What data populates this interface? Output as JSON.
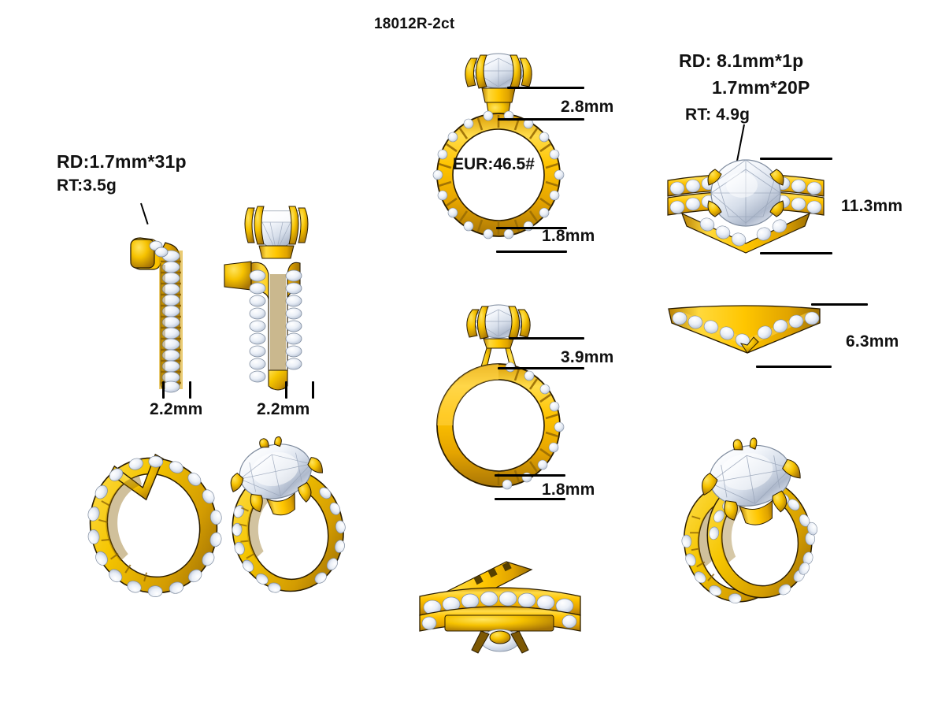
{
  "title": "18012R-2ct",
  "left_group": {
    "spec_line1": "RD:1.7mm*31p",
    "spec_line2": "RT:3.5g",
    "band_width_label": "2.2mm",
    "ring_width_label": "2.2mm"
  },
  "center_group": {
    "head_height_label": "2.8mm",
    "band_thickness_label": "1.8mm",
    "inner_size_label": "EUR:46.5#",
    "head_height_label2": "3.9mm",
    "band_thickness_label2": "1.8mm"
  },
  "right_group": {
    "spec_line1": "RD: 8.1mm*1p",
    "spec_line2": "1.7mm*20P",
    "spec_line3": "RT: 4.9g",
    "set_width_label": "11.3mm",
    "band_width_label": "6.3mm"
  },
  "colors": {
    "gold_light": "#ffd83d",
    "gold": "#f2c200",
    "gold_mid": "#e0a800",
    "gold_dark": "#b07d08",
    "gold_shadow": "#8a6104",
    "diamond_light": "#ffffff",
    "diamond": "#e3e9f2",
    "diamond_shade": "#b9c4d6",
    "outline": "#1a1a1a",
    "background": "#ffffff",
    "text": "#111111"
  },
  "views": {
    "left_band_edge": "pave-eternity-band-edge-view",
    "left_ring_edge": "solitaire-ring-edge-view",
    "left_band_3d": "chevron-pave-band-perspective",
    "left_ring_3d": "solitaire-pave-ring-perspective",
    "center_ring_front_top": "solitaire-ring-front-view",
    "center_ring_front_bottom": "solitaire-ring-front-view-alt",
    "center_set_underside": "bridal-set-underside-view",
    "right_set_top": "bridal-set-top-view",
    "right_band_top": "chevron-band-top-view",
    "right_set_3d": "bridal-set-perspective"
  }
}
